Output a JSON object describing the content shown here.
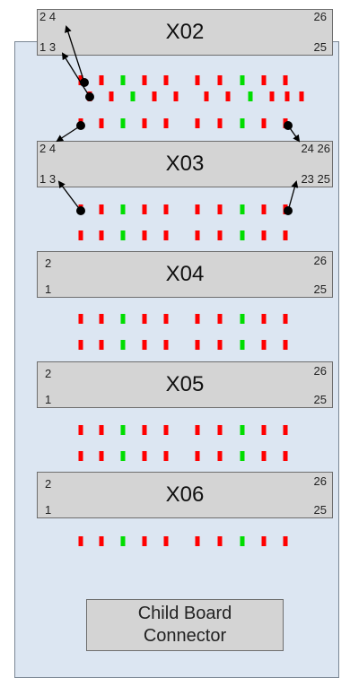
{
  "connectors": [
    {
      "id": "X02",
      "pin_tl": "2 4",
      "pin_bl": "1 3",
      "pin_tr": "26",
      "pin_br": "25"
    },
    {
      "id": "X03",
      "pin_tl": "2 4",
      "pin_bl": "1 3",
      "pin_tr": "24 26",
      "pin_br": "23 25"
    },
    {
      "id": "X04",
      "pin_tl": "2",
      "pin_bl": "1",
      "pin_tr": "26",
      "pin_br": "25"
    },
    {
      "id": "X05",
      "pin_tl": "2",
      "pin_bl": "1",
      "pin_tr": "26",
      "pin_br": "25"
    },
    {
      "id": "X06",
      "pin_tl": "2",
      "pin_bl": "1",
      "pin_tr": "26",
      "pin_br": "25"
    }
  ],
  "child_board": {
    "line1": "Child Board",
    "line2": "Connector"
  },
  "colors": {
    "board": "#dce6f2",
    "connector": "#d4d4d4",
    "red": "#ff0000",
    "green": "#00dd00",
    "dot": "#000000"
  },
  "pin_rows": [
    {
      "pattern": [
        "r",
        "r",
        "g",
        "r",
        "r",
        "r",
        "r",
        "g",
        "r",
        "r"
      ]
    },
    {
      "pattern": [
        "r",
        "r",
        "g",
        "r",
        "r",
        "r",
        "r",
        "g",
        "r",
        "r",
        "r"
      ]
    },
    {
      "pattern": [
        "r",
        "r",
        "g",
        "r",
        "r",
        "r",
        "r",
        "g",
        "r",
        "r"
      ]
    },
    {
      "pattern": [
        "r",
        "r",
        "g",
        "r",
        "r",
        "r",
        "r",
        "g",
        "r",
        "r"
      ]
    },
    {
      "pattern": [
        "r",
        "r",
        "g",
        "r",
        "r",
        "r",
        "r",
        "g",
        "r",
        "r"
      ]
    },
    {
      "pattern": [
        "r",
        "r",
        "g",
        "r",
        "r",
        "r",
        "r",
        "g",
        "r",
        "r"
      ]
    },
    {
      "pattern": [
        "r",
        "r",
        "g",
        "r",
        "r",
        "r",
        "r",
        "g",
        "r",
        "r"
      ]
    },
    {
      "pattern": [
        "r",
        "r",
        "g",
        "r",
        "r",
        "r",
        "r",
        "g",
        "r",
        "r"
      ]
    },
    {
      "pattern": [
        "r",
        "r",
        "g",
        "r",
        "r",
        "r",
        "r",
        "g",
        "r",
        "r"
      ]
    },
    {
      "pattern": [
        "r",
        "r",
        "g",
        "r",
        "r",
        "r",
        "r",
        "g",
        "r",
        "r"
      ]
    }
  ]
}
